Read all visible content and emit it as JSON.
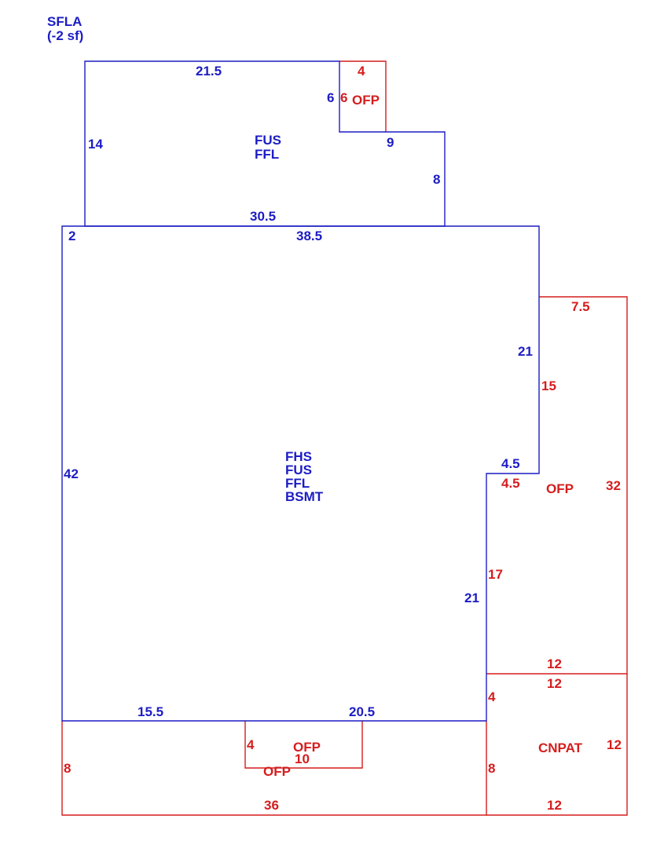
{
  "colors": {
    "living_area": "#1c1cc4",
    "exterior": "#d51d1d",
    "background": "#ffffff"
  },
  "header": {
    "line1": "SFLA",
    "line2": "(-2 sf)"
  },
  "upper_section": {
    "codes": [
      "FUS",
      "FFL"
    ],
    "dimensions": {
      "top": "21.5",
      "left": "14",
      "notch_left": "6",
      "notch_bottom": "9",
      "right": "8",
      "bottom": "30.5"
    }
  },
  "upper_porch": {
    "label": "OFP",
    "dimensions": {
      "top": "4",
      "side": "6"
    }
  },
  "main_section": {
    "codes": [
      "FHS",
      "FUS",
      "FFL",
      "BSMT"
    ],
    "dimensions": {
      "top": "38.5",
      "left_offset": "2",
      "left": "42",
      "right_upper": "21",
      "step": "4.5",
      "right_lower": "21",
      "bottom_left": "15.5",
      "bottom_right": "20.5"
    }
  },
  "east_porch": {
    "label": "OFP",
    "dimensions": {
      "top": "7.5",
      "upper_side": "15",
      "step": "4.5",
      "right": "32",
      "lower_side": "17",
      "bottom": "12"
    }
  },
  "patio": {
    "label": "CNPAT",
    "dimensions": {
      "top": "12",
      "left_upper": "4",
      "left_lower": "8",
      "right": "12",
      "bottom": "12"
    }
  },
  "south_porch": {
    "label": "OFP",
    "dimensions": {
      "left": "8",
      "bottom": "36"
    }
  },
  "inner_porch": {
    "label": "OFP",
    "dimensions": {
      "side": "4",
      "bottom": "10"
    }
  }
}
